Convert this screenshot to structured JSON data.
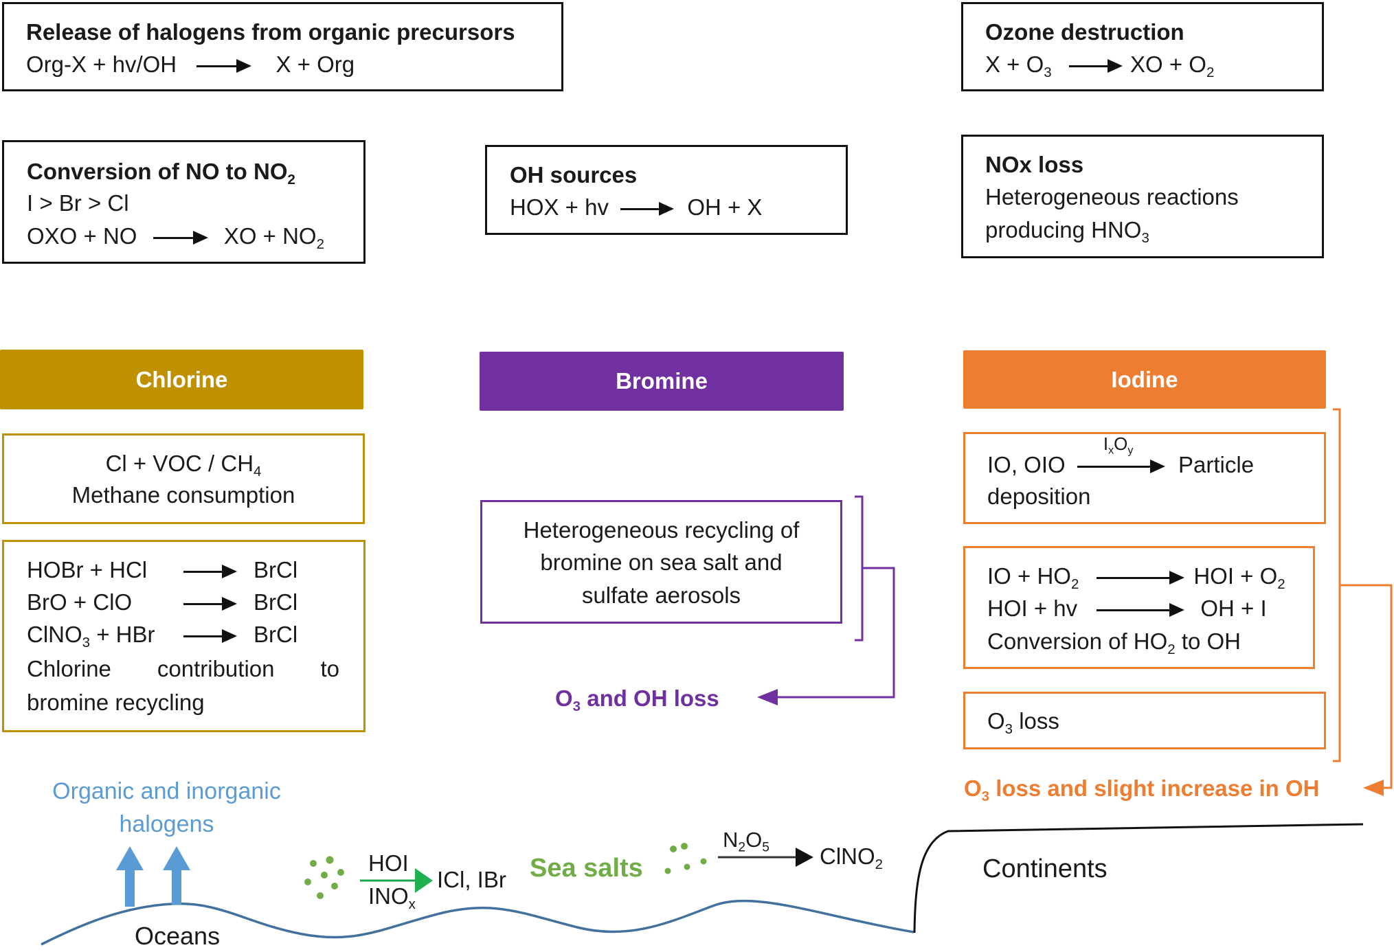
{
  "top_boxes": {
    "release": {
      "title": "Release of halogens from organic precursors",
      "reactant": "Org-X + hv/OH",
      "product": "X + Org"
    },
    "ozone": {
      "title": "Ozone destruction",
      "reactant_a": "X + O",
      "reactant_sub": "3",
      "product_a": "XO + O",
      "product_sub": "2"
    },
    "conversion": {
      "title_a": "Conversion of NO to NO",
      "title_sub": "2",
      "order": "I > Br > Cl",
      "reactant": "OXO + NO",
      "product_a": "XO + NO",
      "product_sub": "2"
    },
    "oh_sources": {
      "title": "OH sources",
      "reactant": "HOX + hv",
      "product": "OH + X"
    },
    "nox": {
      "title": "NOx loss",
      "line1": "Heterogeneous reactions",
      "line2_a": "producing HNO",
      "line2_sub": "3"
    }
  },
  "halogens": {
    "chlorine": {
      "label": "Chlorine",
      "color": "#bf9000",
      "box1_line1_a": "Cl + VOC / CH",
      "box1_line1_sub": "4",
      "box1_line2": "Methane consumption",
      "reactions": [
        {
          "reactant_a": "HOBr + HCl",
          "reactant_sub": "",
          "reactant_b": "",
          "product": "BrCl"
        },
        {
          "reactant_a": "BrO + ClO",
          "reactant_sub": "",
          "reactant_b": "",
          "product": "BrCl"
        },
        {
          "reactant_a": "ClNO",
          "reactant_sub": "3",
          "reactant_b": " + HBr",
          "product": "BrCl"
        }
      ],
      "note_words": [
        "Chlorine",
        "contribution",
        "to"
      ],
      "note_line2": "bromine recycling"
    },
    "bromine": {
      "label": "Bromine",
      "color": "#7030a0",
      "box_lines": [
        "Heterogeneous recycling of",
        "bromine on sea salt and",
        "sulfate aerosols"
      ],
      "outcome_a": "O",
      "outcome_sub": "3",
      "outcome_b": " and OH loss"
    },
    "iodine": {
      "label": "Iodine",
      "color": "#ed7d31",
      "box1_reactant": "IO, OIO",
      "box1_catalyst_a": "I",
      "box1_catalyst_sub1": "x",
      "box1_catalyst_b": "O",
      "box1_catalyst_sub2": "y",
      "box1_product": "Particle",
      "box1_line2": "deposition",
      "box2_r1_reactant_a": "IO + HO",
      "box2_r1_reactant_sub": "2",
      "box2_r1_product_a": "HOI + O",
      "box2_r1_product_sub": "2",
      "box2_r2_reactant": "HOI + hv",
      "box2_r2_product": "OH + I",
      "box2_line3_a": "Conversion of HO",
      "box2_line3_sub": "2",
      "box2_line3_b": " to OH",
      "box3_a": "O",
      "box3_sub": "3",
      "box3_b": " loss",
      "outcome_a": "O",
      "outcome_sub": "3",
      "outcome_b": " loss and slight increase in OH"
    }
  },
  "surface": {
    "emission_label_line1": "Organic and inorganic",
    "emission_label_line2": "halogens",
    "emission_color": "#5b9bd5",
    "ocean_reaction_top": "HOI",
    "ocean_reaction_bottom_a": "INO",
    "ocean_reaction_bottom_sub": "x",
    "ocean_reaction_product": "ICl, IBr",
    "sea_salts_label": "Sea salts",
    "sea_salts_color": "#70ad47",
    "n2o5_a": "N",
    "n2o5_sub1": "2",
    "n2o5_b": "O",
    "n2o5_sub2": "5",
    "clno2_a": "ClNO",
    "clno2_sub": "2",
    "oceans_label": "Oceans",
    "continents_label": "Continents"
  }
}
